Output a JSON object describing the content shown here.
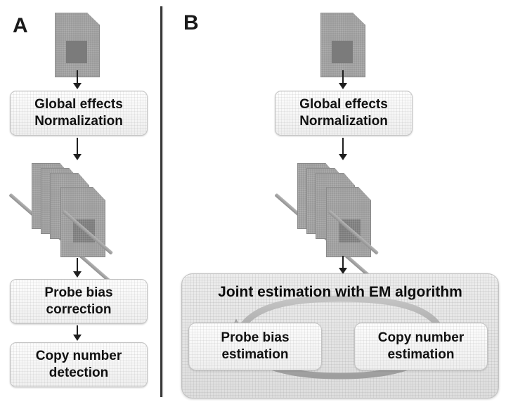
{
  "figure": {
    "title": "Copy number analysis workflow comparison",
    "background_color": "#ffffff",
    "divider_color": "#3a3a3a"
  },
  "panels": [
    {
      "id": "A",
      "letter": "A",
      "name": "sequential-workflow",
      "nodes": [
        {
          "type": "chip-stack",
          "name": "input-array-chip",
          "count": 1,
          "label": ""
        },
        {
          "type": "box",
          "name": "global-effects-normalization-box",
          "lines": [
            "Global effects",
            "Normalization"
          ]
        },
        {
          "type": "chip-stack",
          "name": "probe-array-stack",
          "count": 4,
          "label": ""
        },
        {
          "type": "box",
          "name": "probe-bias-correction-box",
          "lines": [
            "Probe bias",
            "correction"
          ]
        },
        {
          "type": "box",
          "name": "copy-number-detection-box",
          "lines": [
            "Copy number",
            "detection"
          ]
        }
      ],
      "arrows": [
        {
          "name": "arrow-chip-to-normalization",
          "direction": "down"
        },
        {
          "name": "arrow-normalization-to-stack",
          "direction": "down"
        },
        {
          "name": "arrow-stack-to-probe-bias",
          "direction": "down"
        },
        {
          "name": "arrow-probe-bias-to-copy-number",
          "direction": "down"
        }
      ]
    },
    {
      "id": "B",
      "letter": "B",
      "name": "joint-em-workflow",
      "nodes": [
        {
          "type": "chip-stack",
          "name": "input-array-chip",
          "count": 1,
          "label": ""
        },
        {
          "type": "box",
          "name": "global-effects-normalization-box",
          "lines": [
            "Global effects",
            "Normalization"
          ]
        },
        {
          "type": "chip-stack",
          "name": "probe-array-stack",
          "count": 4,
          "label": ""
        },
        {
          "type": "container",
          "name": "joint-estimation-em-box",
          "title": "Joint estimation with EM algorithm",
          "children": [
            {
              "type": "box",
              "name": "probe-bias-estimation-box",
              "lines": [
                "Probe bias",
                "estimation"
              ]
            },
            {
              "type": "box",
              "name": "copy-number-estimation-box",
              "lines": [
                "Copy number",
                "estimation"
              ]
            }
          ],
          "cycle_arrows": [
            {
              "name": "cycle-arrow-top",
              "from": "probe-bias-estimation",
              "to": "copy-number-estimation",
              "direction": "left-to-right"
            },
            {
              "name": "cycle-arrow-bottom",
              "from": "copy-number-estimation",
              "to": "probe-bias-estimation",
              "direction": "right-to-left"
            }
          ]
        }
      ],
      "arrows": [
        {
          "name": "arrow-chip-to-normalization",
          "direction": "down"
        },
        {
          "name": "arrow-normalization-to-stack",
          "direction": "down"
        },
        {
          "name": "arrow-stack-to-em-box",
          "direction": "down"
        }
      ]
    }
  ],
  "labels": {
    "panel_a_letter": "A",
    "panel_b_letter": "B",
    "global_effects_line1": "Global effects",
    "global_effects_line2": "Normalization",
    "probe_bias_correction_line1": "Probe bias",
    "probe_bias_correction_line2": "correction",
    "copy_number_detection_line1": "Copy number",
    "copy_number_detection_line2": "detection",
    "em_title": "Joint estimation with EM algorithm",
    "probe_bias_estimation_line1": "Probe bias",
    "probe_bias_estimation_line2": "estimation",
    "copy_number_estimation_line1": "Copy number",
    "copy_number_estimation_line2": "estimation"
  },
  "colors": {
    "chip_body": "#9b9b9b",
    "chip_pad": "#7b7b7b",
    "box_fill": "#f7f7f7",
    "box_border": "#c3c3c3",
    "em_fill": "#e4e4e4",
    "arrow": "#1f1f1f",
    "cycle_arrow": "#a9a9a9",
    "text": "#111111"
  }
}
